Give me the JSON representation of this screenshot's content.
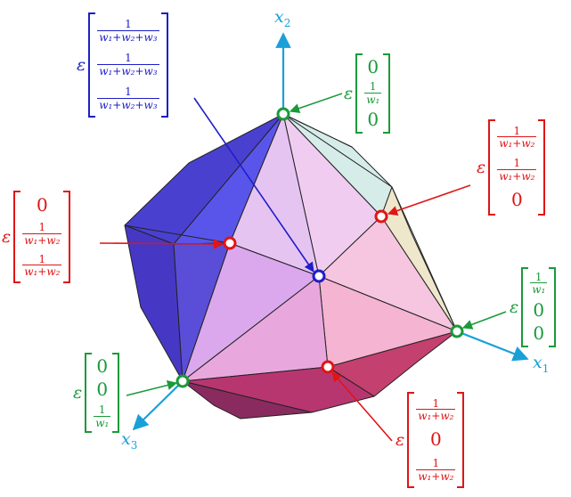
{
  "epsilon": "ε",
  "axes": {
    "x1": {
      "var": "x",
      "sub": "1"
    },
    "x2": {
      "var": "x",
      "sub": "2"
    },
    "x3": {
      "var": "x",
      "sub": "3"
    }
  },
  "colors": {
    "axis": "#1aa0d8",
    "vertex_marker": "#1a9a3a",
    "edge_marker": "#e01515",
    "center_marker": "#1e1ec8"
  },
  "vectors": {
    "center": {
      "den": "w₁+w₂+w₃",
      "num": "1"
    },
    "vx2": {
      "zero": "0",
      "num": "1",
      "den": "w₁"
    },
    "vx1": {
      "zero": "0",
      "num": "1",
      "den": "w₁"
    },
    "vx3": {
      "zero": "0",
      "num": "1",
      "den": "w₁"
    },
    "e12": {
      "zero": "0",
      "num": "1",
      "den": "w₁+w₂"
    },
    "e23": {
      "zero": "0",
      "num": "1",
      "den": "w₁+w₂"
    },
    "e13": {
      "zero": "0",
      "num": "1",
      "den": "w₁+w₂"
    }
  }
}
